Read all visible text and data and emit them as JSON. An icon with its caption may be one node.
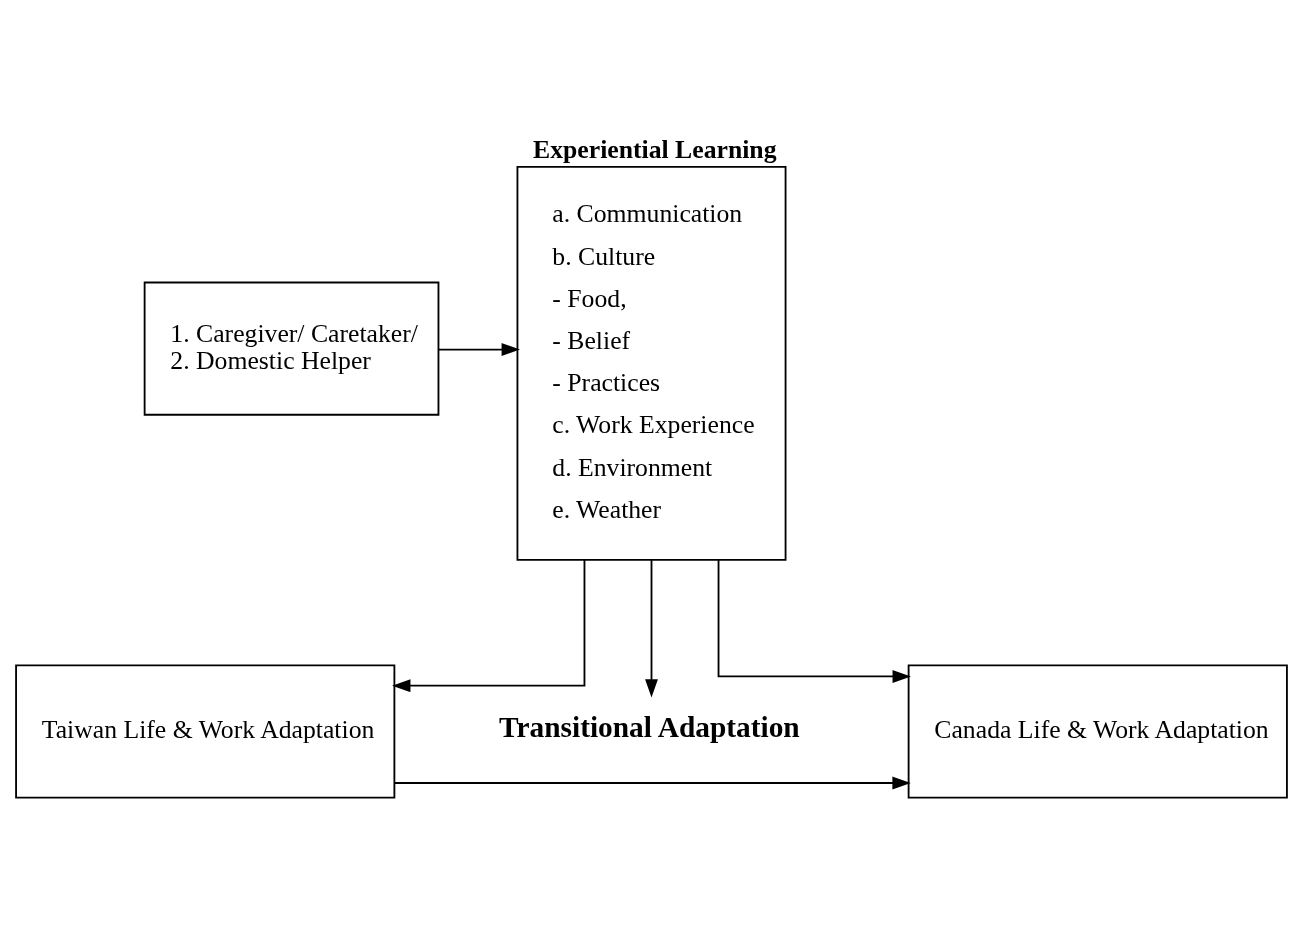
{
  "diagram": {
    "nodes": [
      {
        "text": [
          "1. Caregiver/ Caretaker/",
          "2. Domestic Helper"
        ]
      },
      {
        "text": [
          "Experiential Learning",
          "a. Communication",
          "b. Culture",
          "- Food,",
          "- Belief",
          "- Practices",
          "c. Work Experience",
          "d. Environment",
          "e. Weather"
        ]
      },
      {
        "text": [
          "Transitional Adaptation"
        ]
      },
      {
        "text": [
          "Taiwan Life & Work Adaptation"
        ]
      },
      {
        "text": [
          "Canada Life & Work Adaptation"
        ]
      }
    ],
    "edges": [
      {
        "from": 0,
        "to": 1,
        "arrow": "to"
      },
      {
        "from": 1,
        "to": 2,
        "arrow": "to"
      },
      {
        "from": 1,
        "to": 3,
        "arrow": "to"
      },
      {
        "from": 1,
        "to": 4,
        "arrow": "to"
      },
      {
        "from": 3,
        "to": 4,
        "arrow": "to"
      }
    ]
  }
}
